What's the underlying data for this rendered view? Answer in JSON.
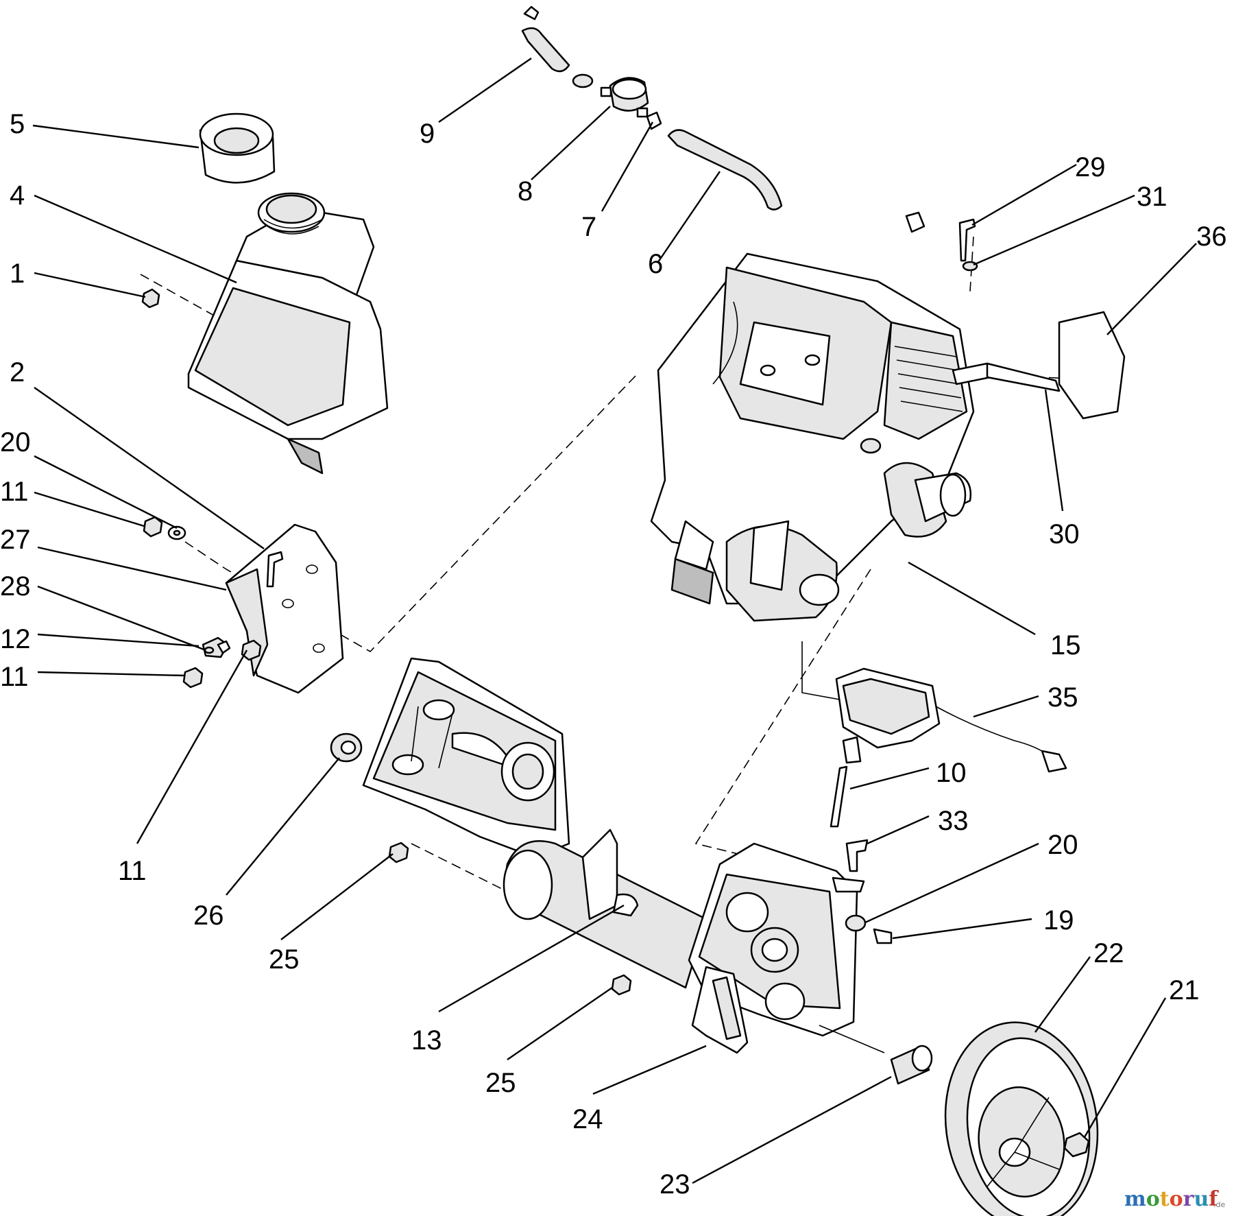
{
  "callouts": {
    "c1": "1",
    "c2": "2",
    "c4": "4",
    "c5": "5",
    "c6": "6",
    "c7": "7",
    "c8": "8",
    "c9": "9",
    "c10": "10",
    "c11a": "11",
    "c11b": "11",
    "c11c": "11",
    "c12": "12",
    "c13": "13",
    "c15": "15",
    "c19": "19",
    "c20a": "20",
    "c20b": "20",
    "c21": "21",
    "c22": "22",
    "c23": "23",
    "c24": "24",
    "c25a": "25",
    "c25b": "25",
    "c26": "26",
    "c27": "27",
    "c28": "28",
    "c29": "29",
    "c30": "30",
    "c31": "31",
    "c33": "33",
    "c35": "35",
    "c36": "36"
  },
  "watermark": {
    "m": "m",
    "o1": "o",
    "t": "t",
    "o2": "o",
    "r": "r",
    "u": "u",
    "f": "f",
    "suffix": ".de",
    "colors": [
      "#2a6fb5",
      "#3a9a3a",
      "#e0a020",
      "#d94a2a",
      "#7a4aa8",
      "#2a8fb0",
      "#c0392b"
    ]
  }
}
